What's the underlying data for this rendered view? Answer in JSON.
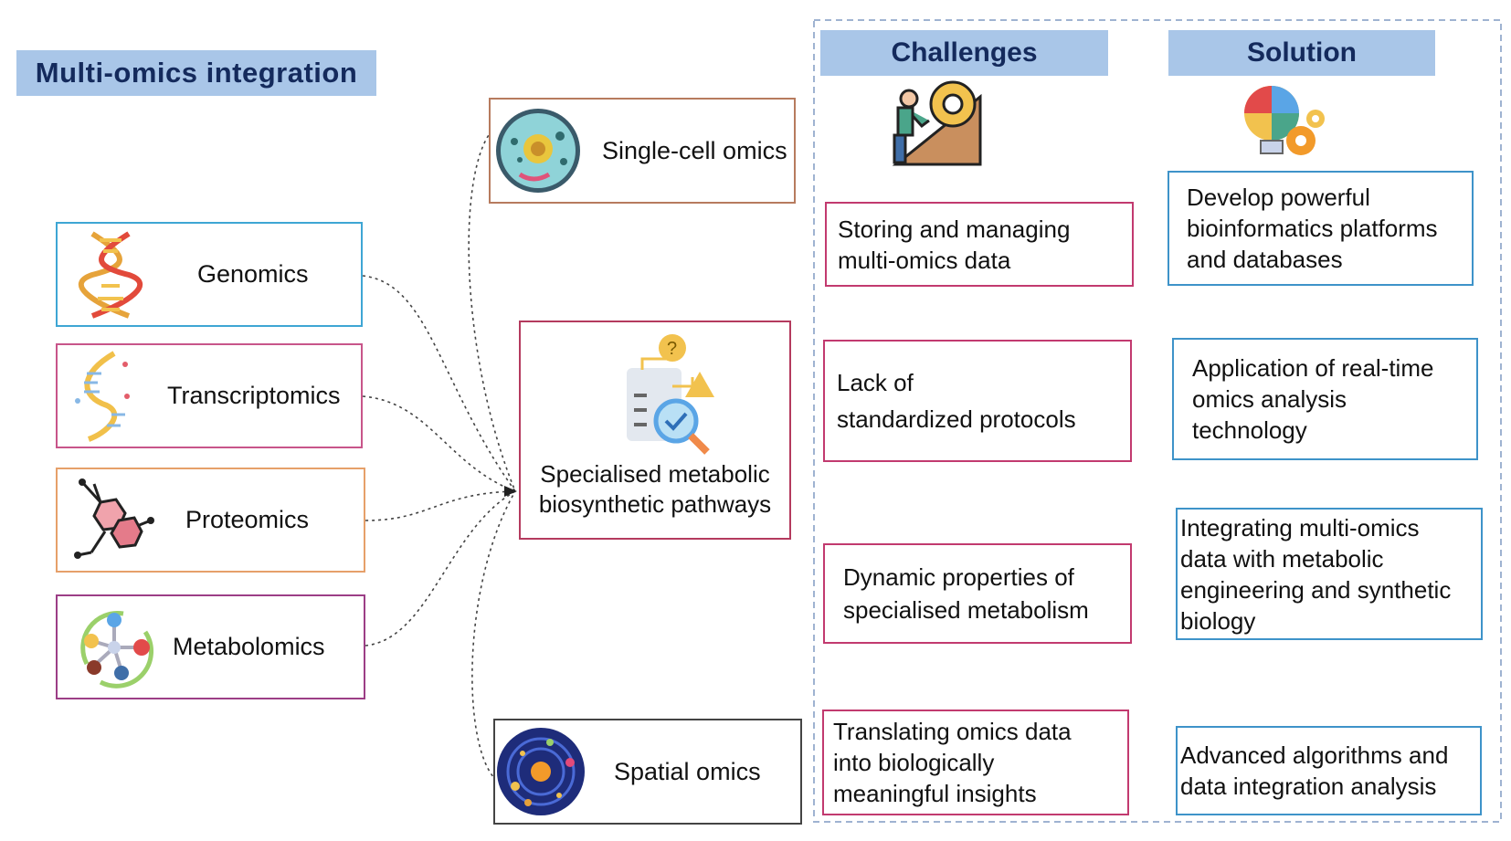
{
  "title": "Multi-omics  integration",
  "omics": [
    {
      "label": "Genomics",
      "icon": "dna-helix-icon",
      "border": "#3ea6d4"
    },
    {
      "label": "Transcriptomics",
      "icon": "rna-strand-icon",
      "border": "#c8558a"
    },
    {
      "label": "Proteomics",
      "icon": "protein-molecule-icon",
      "border": "#e6a06a"
    },
    {
      "label": "Metabolomics",
      "icon": "metabolite-cycle-icon",
      "border": "#9c3e86"
    }
  ],
  "single_cell": {
    "label": "Single-cell omics",
    "icon": "cell-icon",
    "border": "#b77b5e"
  },
  "pathways": {
    "line1": "Specialised metabolic",
    "line2": "biosynthetic pathways",
    "icon": "pathway-analysis-icon",
    "border": "#b43a5e"
  },
  "spatial": {
    "label": "Spatial omics",
    "icon": "orbit-galaxy-icon",
    "border": "#444444"
  },
  "challenges": {
    "header": "Challenges",
    "icon": "person-climbing-gear-icon",
    "items": [
      {
        "lines": [
          "Storing and managing",
          "multi-omics data"
        ]
      },
      {
        "lines": [
          "Lack of",
          "standardized protocols"
        ]
      },
      {
        "lines": [
          "Dynamic properties of",
          "specialised metabolism"
        ]
      },
      {
        "lines": [
          "Translating omics data",
          "into biologically",
          "meaningful insights"
        ]
      }
    ]
  },
  "solution": {
    "header": "Solution",
    "icon": "lightbulb-puzzle-gears-icon",
    "items": [
      {
        "lines": [
          "Develop powerful",
          "bioinformatics platforms",
          "and databases"
        ]
      },
      {
        "lines": [
          "Application of real-time",
          "omics analysis",
          "technology"
        ]
      },
      {
        "lines": [
          "Integrating multi-omics",
          "data with metabolic",
          "engineering and synthetic",
          "biology"
        ]
      },
      {
        "lines": [
          "Advanced algorithms and",
          "data integration analysis"
        ]
      }
    ]
  },
  "colors": {
    "header_fill": "#a9c6e8",
    "header_text": "#142a5c",
    "challenge_border": "#c23a6f",
    "solution_border": "#3e93c9",
    "dashed_frame": "#9fb3d1"
  }
}
